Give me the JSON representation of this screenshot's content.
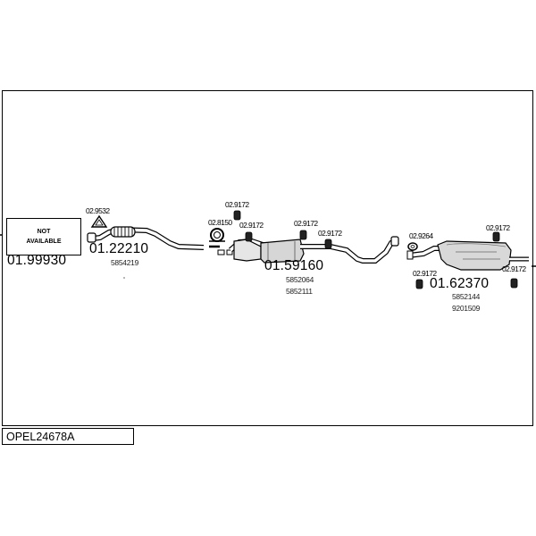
{
  "not_available": {
    "line1": "NOT",
    "line2": "AVAILABLE"
  },
  "kit_code": "OPEL24678A",
  "main_parts": {
    "p1": {
      "number": "01.99930"
    },
    "p2": {
      "number": "01.22210",
      "oem": "5854219"
    },
    "p3": {
      "number": "01.59160",
      "oem1": "5852064",
      "oem2": "5852111"
    },
    "p4": {
      "number": "01.62370",
      "oem1": "5852144",
      "oem2": "9201509"
    }
  },
  "accessories": {
    "a1": "02.9532",
    "a2": "02.9172",
    "a3": "02.8150",
    "a4": "02.9172",
    "a5": "02.9172",
    "a6": "02.9172",
    "a7": "02.9264",
    "a8": "02.9172",
    "a9": "02.9172",
    "a10": "02.9172"
  }
}
